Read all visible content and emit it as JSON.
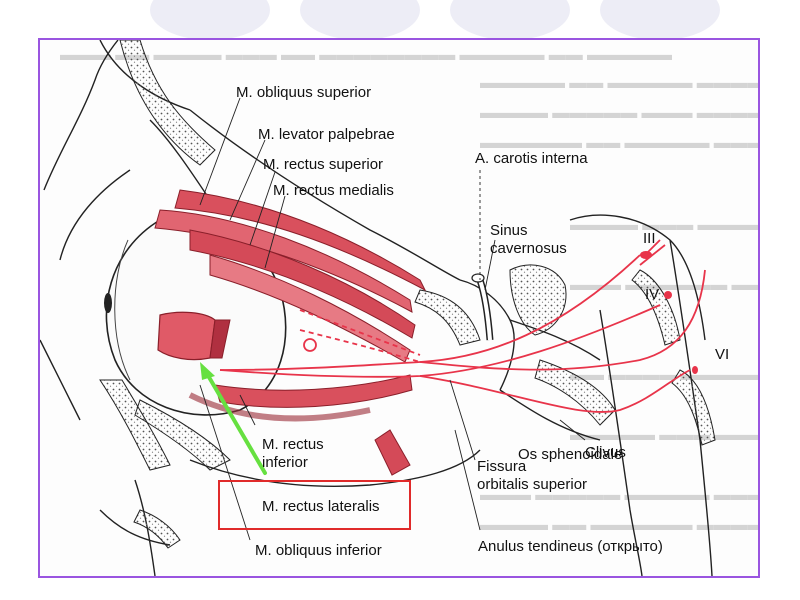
{
  "labels": {
    "obliquus_superior": "M. obliquus superior",
    "levator_palpebrae": "M. levator palpebrae",
    "rectus_superior": "M. rectus superior",
    "rectus_medialis": "M. rectus medialis",
    "carotis_interna": "A. carotis interna",
    "sinus_line1": "Sinus",
    "sinus_line2": "cavernosus",
    "nerve_iii": "III",
    "nerve_iv": "IV",
    "nerve_vi": "VI",
    "rectus_inferior_line1": "M. rectus",
    "rectus_inferior_line2": "inferior",
    "os_sphenoidale": "Os sphenoidale",
    "clivus": "Clivus",
    "fissura_line1": "Fissura",
    "fissura_line2": "orbitalis superior",
    "rectus_lateralis": "M. rectus lateralis",
    "obliquus_inferior": "M. obliquus inferior",
    "anulus_tendineus": "Anulus tendineus (открыто)"
  },
  "colors": {
    "muscle": "#e0525f",
    "nerve": "#e8344a",
    "arrow": "#66e040",
    "highlight": "#e02a2a",
    "frame": "#9a55e0"
  }
}
